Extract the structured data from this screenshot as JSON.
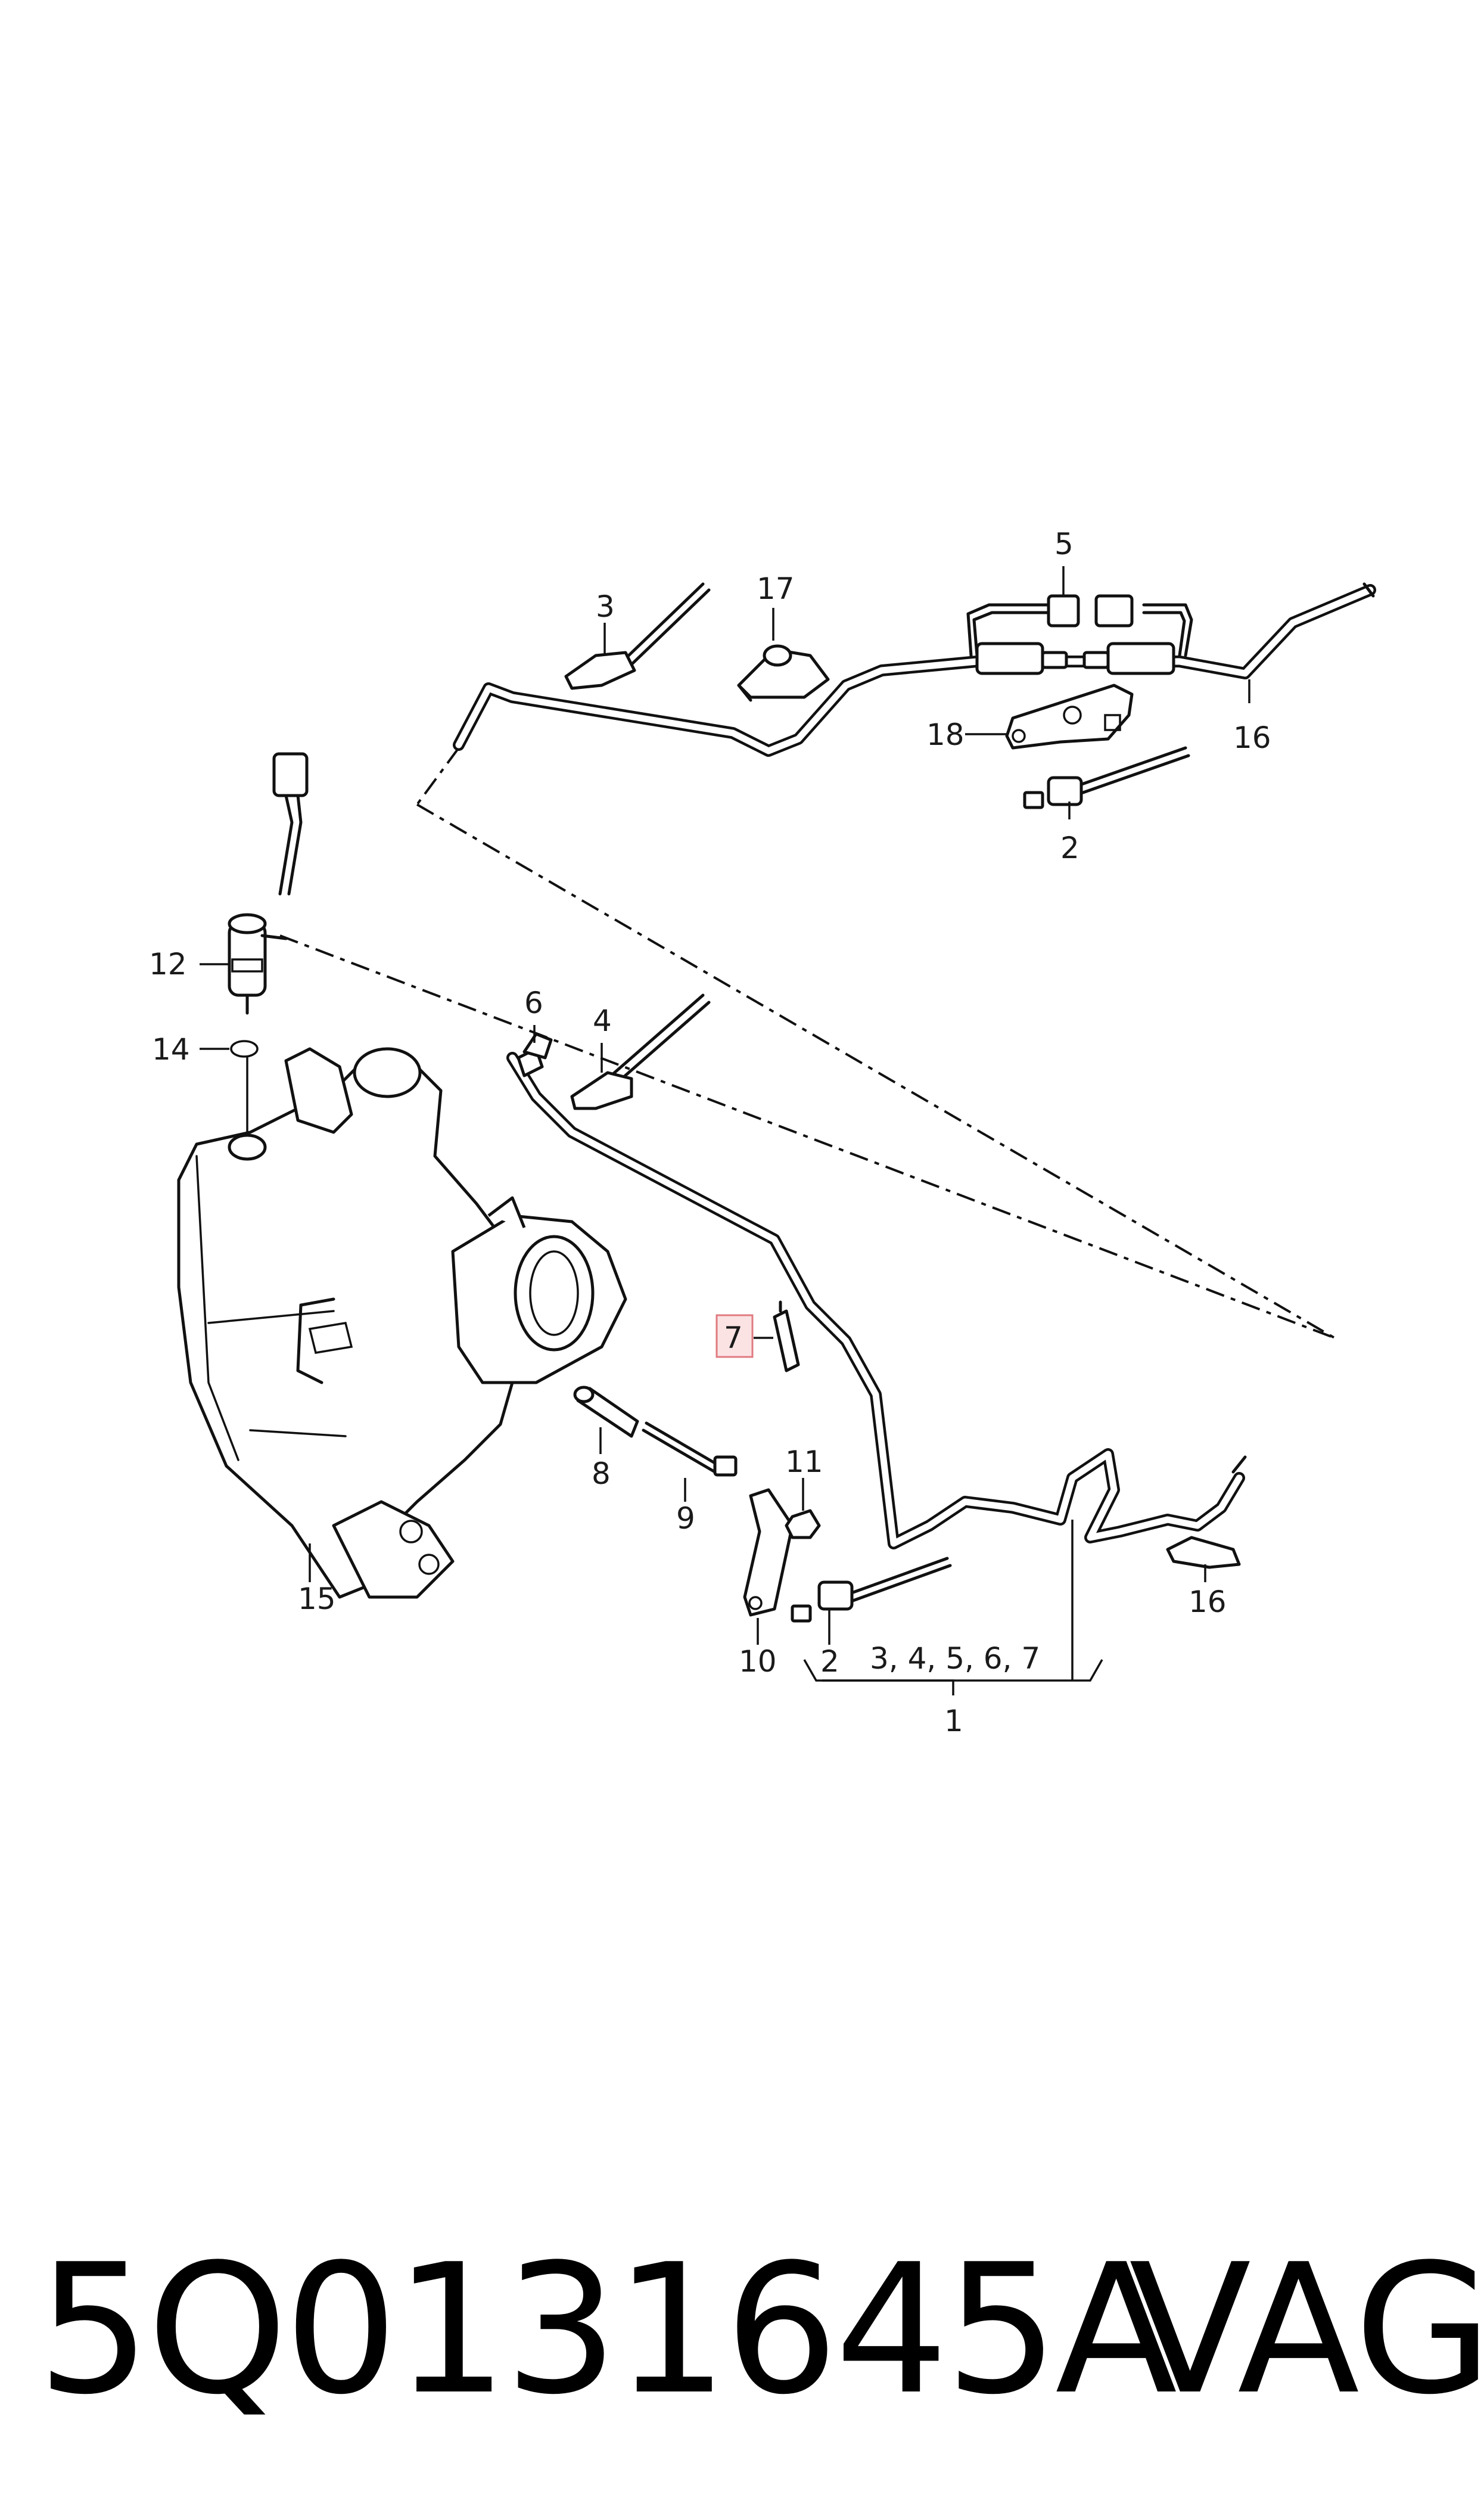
{
  "callouts": {
    "c1": "1",
    "c2a": "2",
    "c2b": "2",
    "c3": "3",
    "c4": "4",
    "c5": "5",
    "c6": "6",
    "c7": "7",
    "c8": "8",
    "c9": "9",
    "c10": "10",
    "c11": "11",
    "c12": "12",
    "c14": "14",
    "c15": "15",
    "c16a": "16",
    "c16b": "16",
    "c17": "17",
    "c18": "18",
    "group_note": "3, 4, 5, 6, 7"
  },
  "highlighted_callout": "7",
  "highlight_color": "#fbe3e4",
  "footer": {
    "part_number": "5Q0131645A",
    "brand": "VAG"
  }
}
